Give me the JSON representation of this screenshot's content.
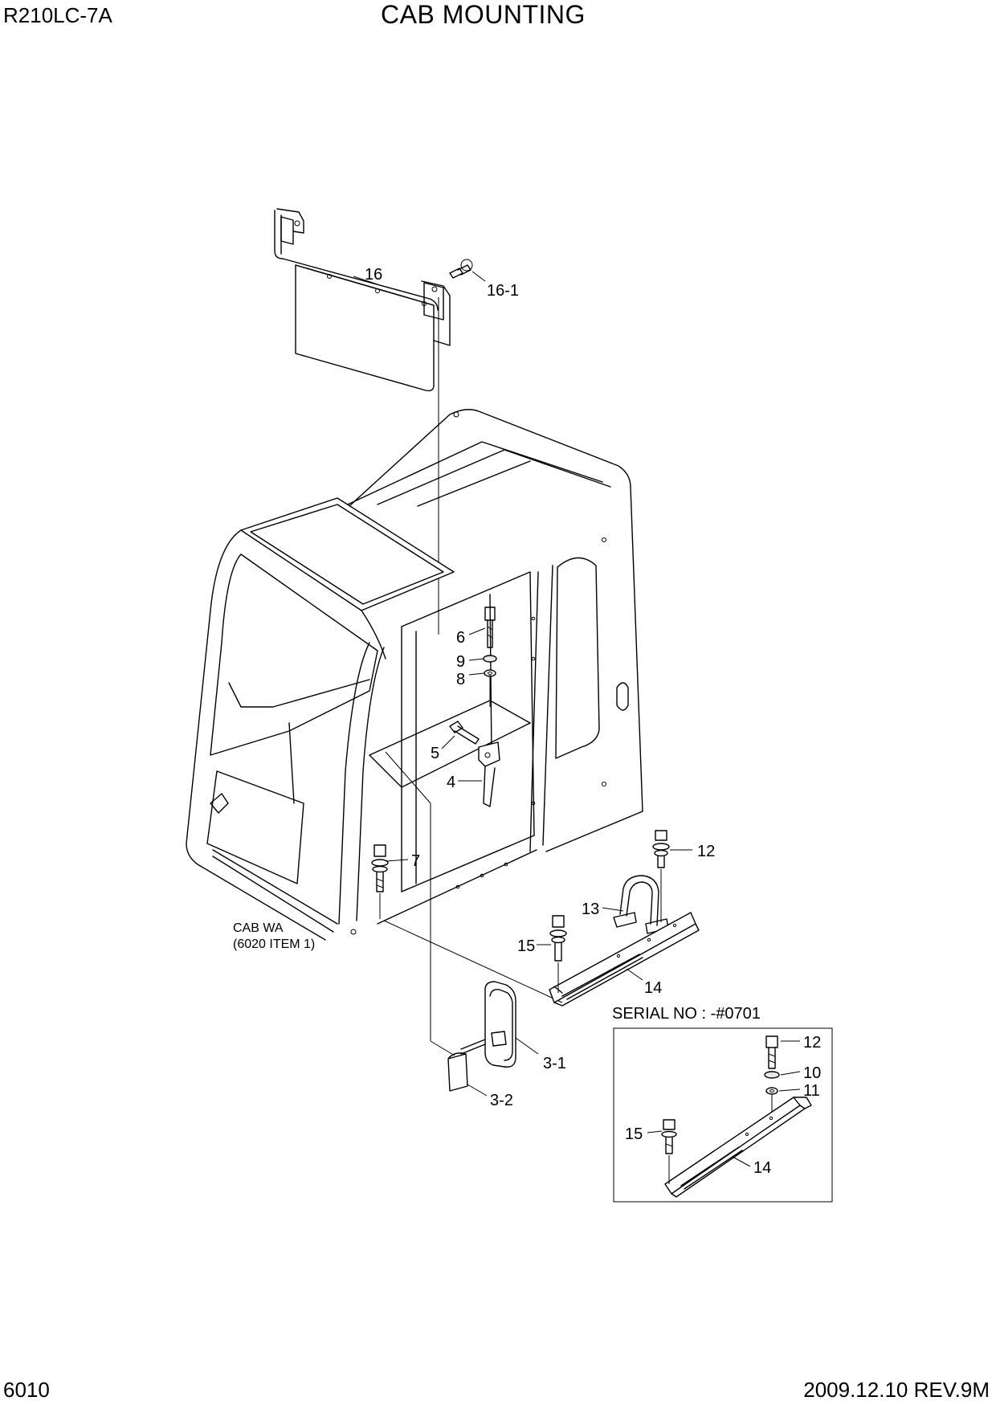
{
  "header": {
    "model": "R210LC-7A",
    "title": "CAB MOUNTING"
  },
  "footer": {
    "page_number": "6010",
    "date_revision": "2009.12.10  REV.9M"
  },
  "callouts": {
    "p16": "16",
    "p16_1": "16-1",
    "p6": "6",
    "p9": "9",
    "p8": "8",
    "p5": "5",
    "p4": "4",
    "p7": "7",
    "p12": "12",
    "p13": "13",
    "p15": "15",
    "p14": "14",
    "p3_1": "3-1",
    "p3_2": "3-2"
  },
  "cab_note": {
    "line1": "CAB WA",
    "line2": "(6020 ITEM 1)"
  },
  "inset": {
    "serial_label": "SERIAL NO : -#0701",
    "p12": "12",
    "p10": "10",
    "p11": "11",
    "p15": "15",
    "p14": "14"
  }
}
